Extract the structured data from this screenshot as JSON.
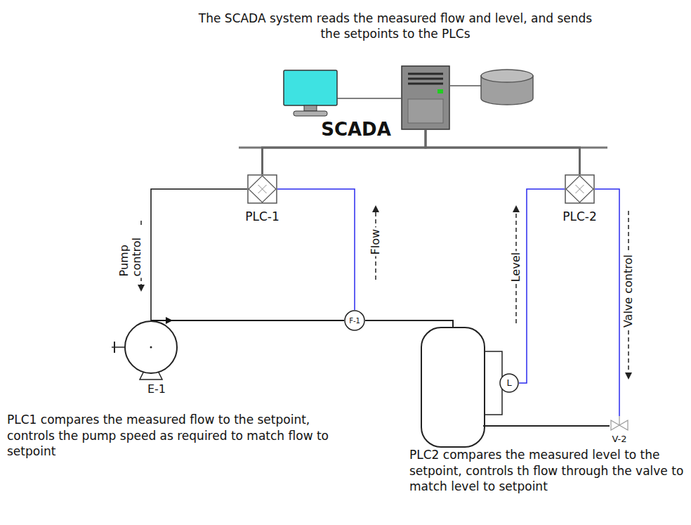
{
  "diagram": {
    "nodes": [
      {
        "text": [
          "The SCADA system reads the measured flow and level, and sends the setpoints to the PLCs"
        ]
      },
      {
        "text": [
          "SCADA"
        ],
        "in": 0
      },
      {
        "text": [
          "PLC-1"
        ],
        "in": 0
      },
      {
        "text": [
          "PLC-2"
        ],
        "in": 0
      },
      {
        "text": [
          "E-1"
        ]
      },
      {
        "text": [
          "F-1"
        ]
      },
      {
        "text": [
          "L"
        ]
      },
      {
        "text": [
          "V-2"
        ]
      }
    ],
    "edges": [
      {
        "from": 1,
        "to": 2,
        "arrow": "none"
      },
      {
        "from": 1,
        "to": 3,
        "arrow": "none"
      },
      {
        "from": 2,
        "to": 4,
        "arrow": "none",
        "label": "Pump control"
      },
      {
        "from": 5,
        "to": 2,
        "arrow": "none",
        "label": "Flow"
      },
      {
        "from": 6,
        "to": 3,
        "arrow": "none",
        "label": "Level"
      },
      {
        "from": 3,
        "to": 7,
        "arrow": "none",
        "label": "Valve control"
      },
      {
        "from": 4,
        "to": 5,
        "arrow": "none"
      }
    ],
    "labels": [
      "PLC1 compares the measured flow to the setpoint, controls the pump speed as required to match flow to setpoint",
      "PLC2 compares the measured level to the setpoint, controls th flow through the valve to match level to setpoint"
    ]
  }
}
